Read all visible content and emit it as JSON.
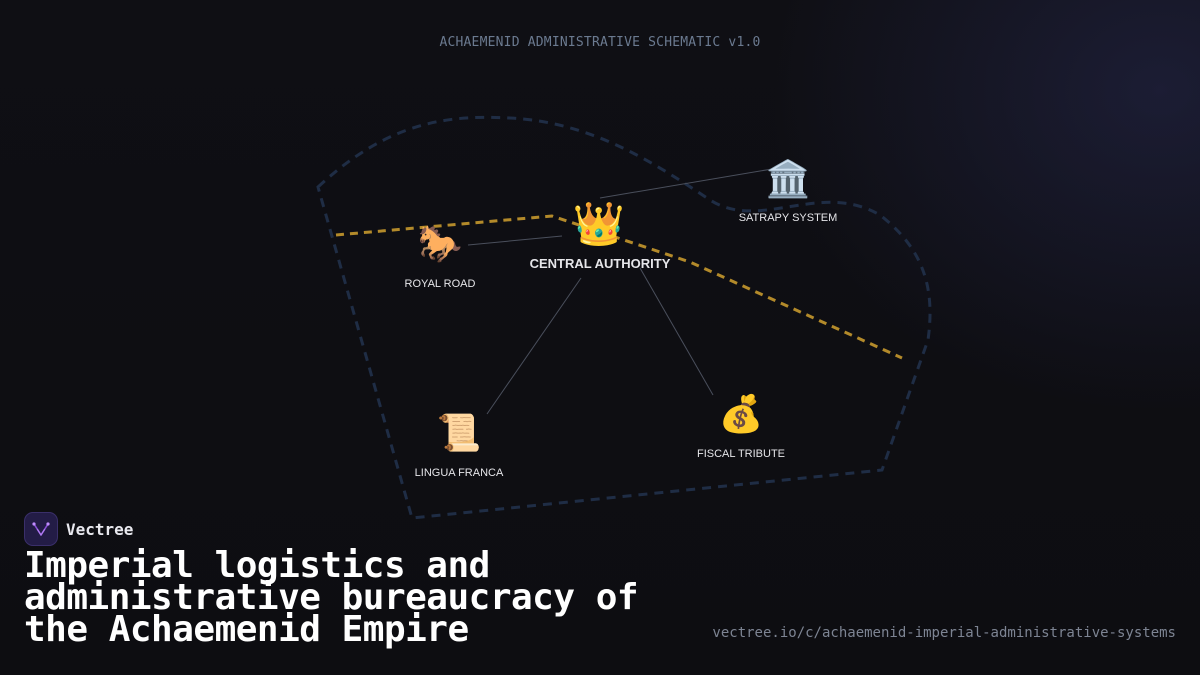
{
  "schematic_title": "ACHAEMENID ADMINISTRATIVE SCHEMATIC v1.0",
  "nodes": [
    {
      "id": "central",
      "icon": "👑",
      "icon_name": "crown-icon",
      "label": "CENTRAL AUTHORITY"
    },
    {
      "id": "royal-road",
      "icon": "🐎",
      "icon_name": "horse-icon",
      "label": "ROYAL ROAD"
    },
    {
      "id": "satrapy",
      "icon": "🏛️",
      "icon_name": "classical-building-icon",
      "label": "SATRAPY SYSTEM"
    },
    {
      "id": "lingua-franca",
      "icon": "📜",
      "icon_name": "scroll-icon",
      "label": "LINGUA FRANCA"
    },
    {
      "id": "fiscal",
      "icon": "💰",
      "icon_name": "money-bag-icon",
      "label": "FISCAL TRIBUTE"
    }
  ],
  "colors": {
    "territory_outline": "#1f2d45",
    "royal_road_route": "#b38a2a",
    "connector": "#4a4f5c",
    "label": "#e6e6ea"
  },
  "brand": {
    "name": "Vectree",
    "logo_icon": "vectree-logo-icon",
    "accent": "#8a4fd8"
  },
  "headline": "Imperial logistics and administrative bureaucracy of the Achaemenid Empire",
  "url": "vectree.io/c/achaemenid-imperial-administrative-systems"
}
